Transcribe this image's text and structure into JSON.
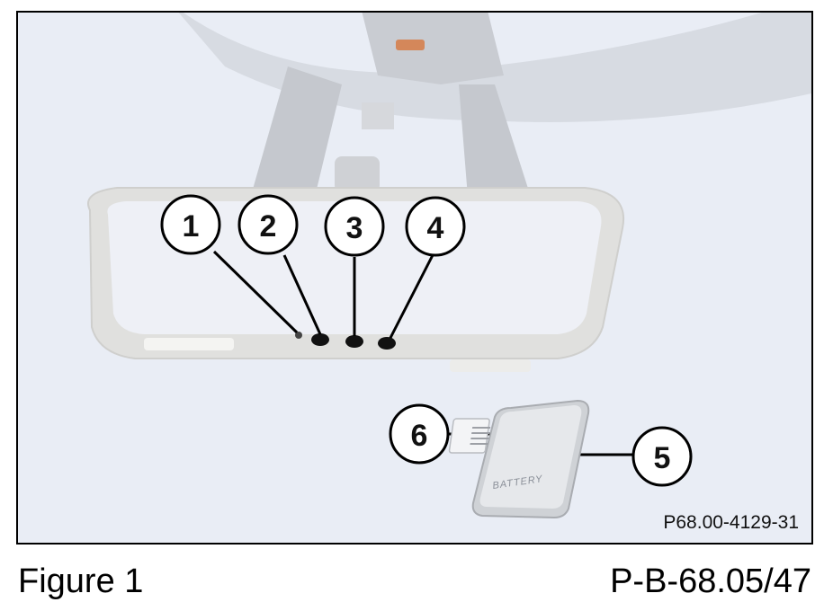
{
  "figure": {
    "caption": "Figure 1",
    "doc_ref": "P-B-68.05/47",
    "image_code": "P68.00-4129-31",
    "battery_label": "BATTERY"
  },
  "callouts": [
    {
      "label": "1",
      "target": "indicator-lamp"
    },
    {
      "label": "2",
      "target": "button-1"
    },
    {
      "label": "3",
      "target": "button-2"
    },
    {
      "label": "4",
      "target": "button-3"
    },
    {
      "label": "5",
      "target": "remote-control"
    },
    {
      "label": "6",
      "target": "remote-button"
    }
  ],
  "colors": {
    "background": "#e9edf5",
    "mirror_frame": "#e2e2e0",
    "line": "#000000"
  }
}
